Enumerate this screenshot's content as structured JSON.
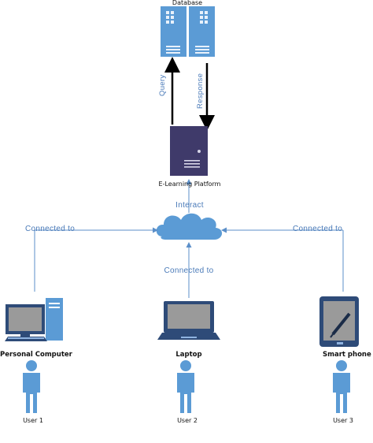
{
  "diagram": {
    "database": {
      "label": "Database"
    },
    "query": {
      "label": "Query"
    },
    "response": {
      "label": "Response"
    },
    "platform": {
      "label": "E-Learning Platform"
    },
    "cloud": {
      "label": "Interact"
    },
    "connections": {
      "left_label": "Connected to",
      "center_label": "Connected to",
      "right_label": "Connected to"
    },
    "devices": [
      {
        "name": "Personal Computer",
        "icon": "desktop-computer-icon"
      },
      {
        "name": "Laptop",
        "icon": "laptop-icon"
      },
      {
        "name": "Smart phone",
        "icon": "tablet-icon"
      }
    ],
    "users": [
      {
        "label": "User 1"
      },
      {
        "label": "User 2"
      },
      {
        "label": "User 3"
      }
    ],
    "colors": {
      "blue": "#5b9bd5",
      "server": "#3f3a6a",
      "line": "#5b8fc9",
      "arrow": "#000000"
    }
  }
}
